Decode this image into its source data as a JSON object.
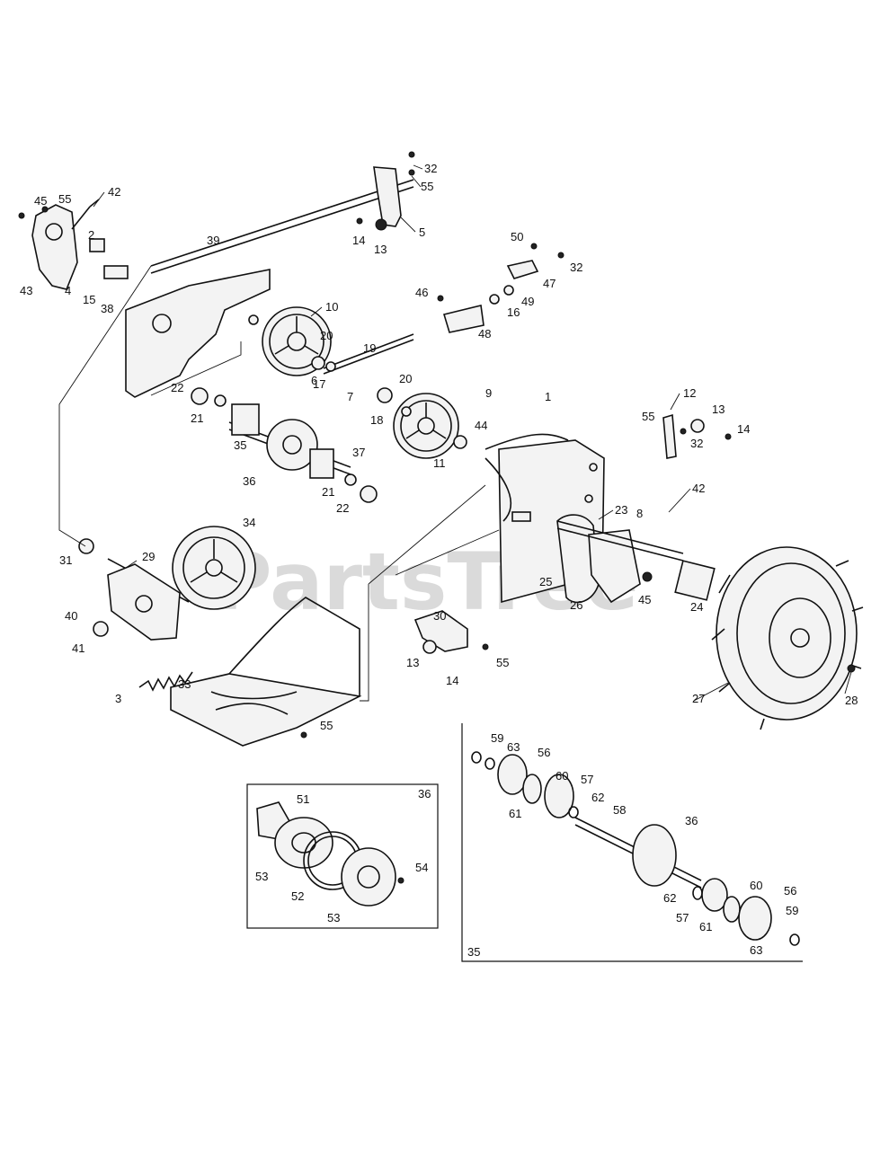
{
  "watermark": {
    "text": "PartsTree"
  },
  "callouts": [
    {
      "id": "c32a",
      "text": "32"
    },
    {
      "id": "c55a",
      "text": "55"
    },
    {
      "id": "c5",
      "text": "5"
    },
    {
      "id": "c14a",
      "text": "14"
    },
    {
      "id": "c13a",
      "text": "13"
    },
    {
      "id": "c45a",
      "text": "45"
    },
    {
      "id": "c55b",
      "text": "55"
    },
    {
      "id": "c42a",
      "text": "42"
    },
    {
      "id": "c2",
      "text": "2"
    },
    {
      "id": "c43",
      "text": "43"
    },
    {
      "id": "c4",
      "text": "4"
    },
    {
      "id": "c15",
      "text": "15"
    },
    {
      "id": "c38",
      "text": "38"
    },
    {
      "id": "c39",
      "text": "39"
    },
    {
      "id": "c50",
      "text": "50"
    },
    {
      "id": "c32b",
      "text": "32"
    },
    {
      "id": "c46",
      "text": "46"
    },
    {
      "id": "c47",
      "text": "47"
    },
    {
      "id": "c49",
      "text": "49"
    },
    {
      "id": "c16",
      "text": "16"
    },
    {
      "id": "c48",
      "text": "48"
    },
    {
      "id": "c10",
      "text": "10"
    },
    {
      "id": "c20a",
      "text": "20"
    },
    {
      "id": "c19",
      "text": "19"
    },
    {
      "id": "c20b",
      "text": "20"
    },
    {
      "id": "c17",
      "text": "17"
    },
    {
      "id": "c6",
      "text": "6"
    },
    {
      "id": "c7",
      "text": "7"
    },
    {
      "id": "c18",
      "text": "18"
    },
    {
      "id": "c22a",
      "text": "22"
    },
    {
      "id": "c21a",
      "text": "21"
    },
    {
      "id": "c9",
      "text": "9"
    },
    {
      "id": "c1",
      "text": "1"
    },
    {
      "id": "c12",
      "text": "12"
    },
    {
      "id": "c55c",
      "text": "55"
    },
    {
      "id": "c13b",
      "text": "13"
    },
    {
      "id": "c14b",
      "text": "14"
    },
    {
      "id": "c32c",
      "text": "32"
    },
    {
      "id": "c44",
      "text": "44"
    },
    {
      "id": "c11",
      "text": "11"
    },
    {
      "id": "c35a",
      "text": "35"
    },
    {
      "id": "c37",
      "text": "37"
    },
    {
      "id": "c36a",
      "text": "36"
    },
    {
      "id": "c21b",
      "text": "21"
    },
    {
      "id": "c22b",
      "text": "22"
    },
    {
      "id": "c23",
      "text": "23"
    },
    {
      "id": "c8",
      "text": "8"
    },
    {
      "id": "c42b",
      "text": "42"
    },
    {
      "id": "c34",
      "text": "34"
    },
    {
      "id": "c31",
      "text": "31"
    },
    {
      "id": "c29",
      "text": "29"
    },
    {
      "id": "c25",
      "text": "25"
    },
    {
      "id": "c45b",
      "text": "45"
    },
    {
      "id": "c26",
      "text": "26"
    },
    {
      "id": "c24",
      "text": "24"
    },
    {
      "id": "c40",
      "text": "40"
    },
    {
      "id": "c30",
      "text": "30"
    },
    {
      "id": "c41",
      "text": "41"
    },
    {
      "id": "c13c",
      "text": "13"
    },
    {
      "id": "c55d",
      "text": "55"
    },
    {
      "id": "c14c",
      "text": "14"
    },
    {
      "id": "c3",
      "text": "3"
    },
    {
      "id": "c33",
      "text": "33"
    },
    {
      "id": "c27",
      "text": "27"
    },
    {
      "id": "c28",
      "text": "28"
    },
    {
      "id": "c55e",
      "text": "55"
    },
    {
      "id": "c59a",
      "text": "59"
    },
    {
      "id": "c63a",
      "text": "63"
    },
    {
      "id": "c56a",
      "text": "56"
    },
    {
      "id": "c60a",
      "text": "60"
    },
    {
      "id": "c57a",
      "text": "57"
    },
    {
      "id": "c62a",
      "text": "62"
    },
    {
      "id": "c61a",
      "text": "61"
    },
    {
      "id": "c58",
      "text": "58"
    },
    {
      "id": "c36b",
      "text": "36"
    },
    {
      "id": "c62b",
      "text": "62"
    },
    {
      "id": "c60b",
      "text": "60"
    },
    {
      "id": "c56b",
      "text": "56"
    },
    {
      "id": "c57b",
      "text": "57"
    },
    {
      "id": "c59b",
      "text": "59"
    },
    {
      "id": "c61b",
      "text": "61"
    },
    {
      "id": "c63b",
      "text": "63"
    },
    {
      "id": "c51",
      "text": "51"
    },
    {
      "id": "c53a",
      "text": "53"
    },
    {
      "id": "c54",
      "text": "54"
    },
    {
      "id": "c52",
      "text": "52"
    },
    {
      "id": "c53b",
      "text": "53"
    }
  ],
  "insets": {
    "friction_wheel": {
      "label": "36"
    },
    "shaft_assembly": {
      "label": "35"
    }
  }
}
